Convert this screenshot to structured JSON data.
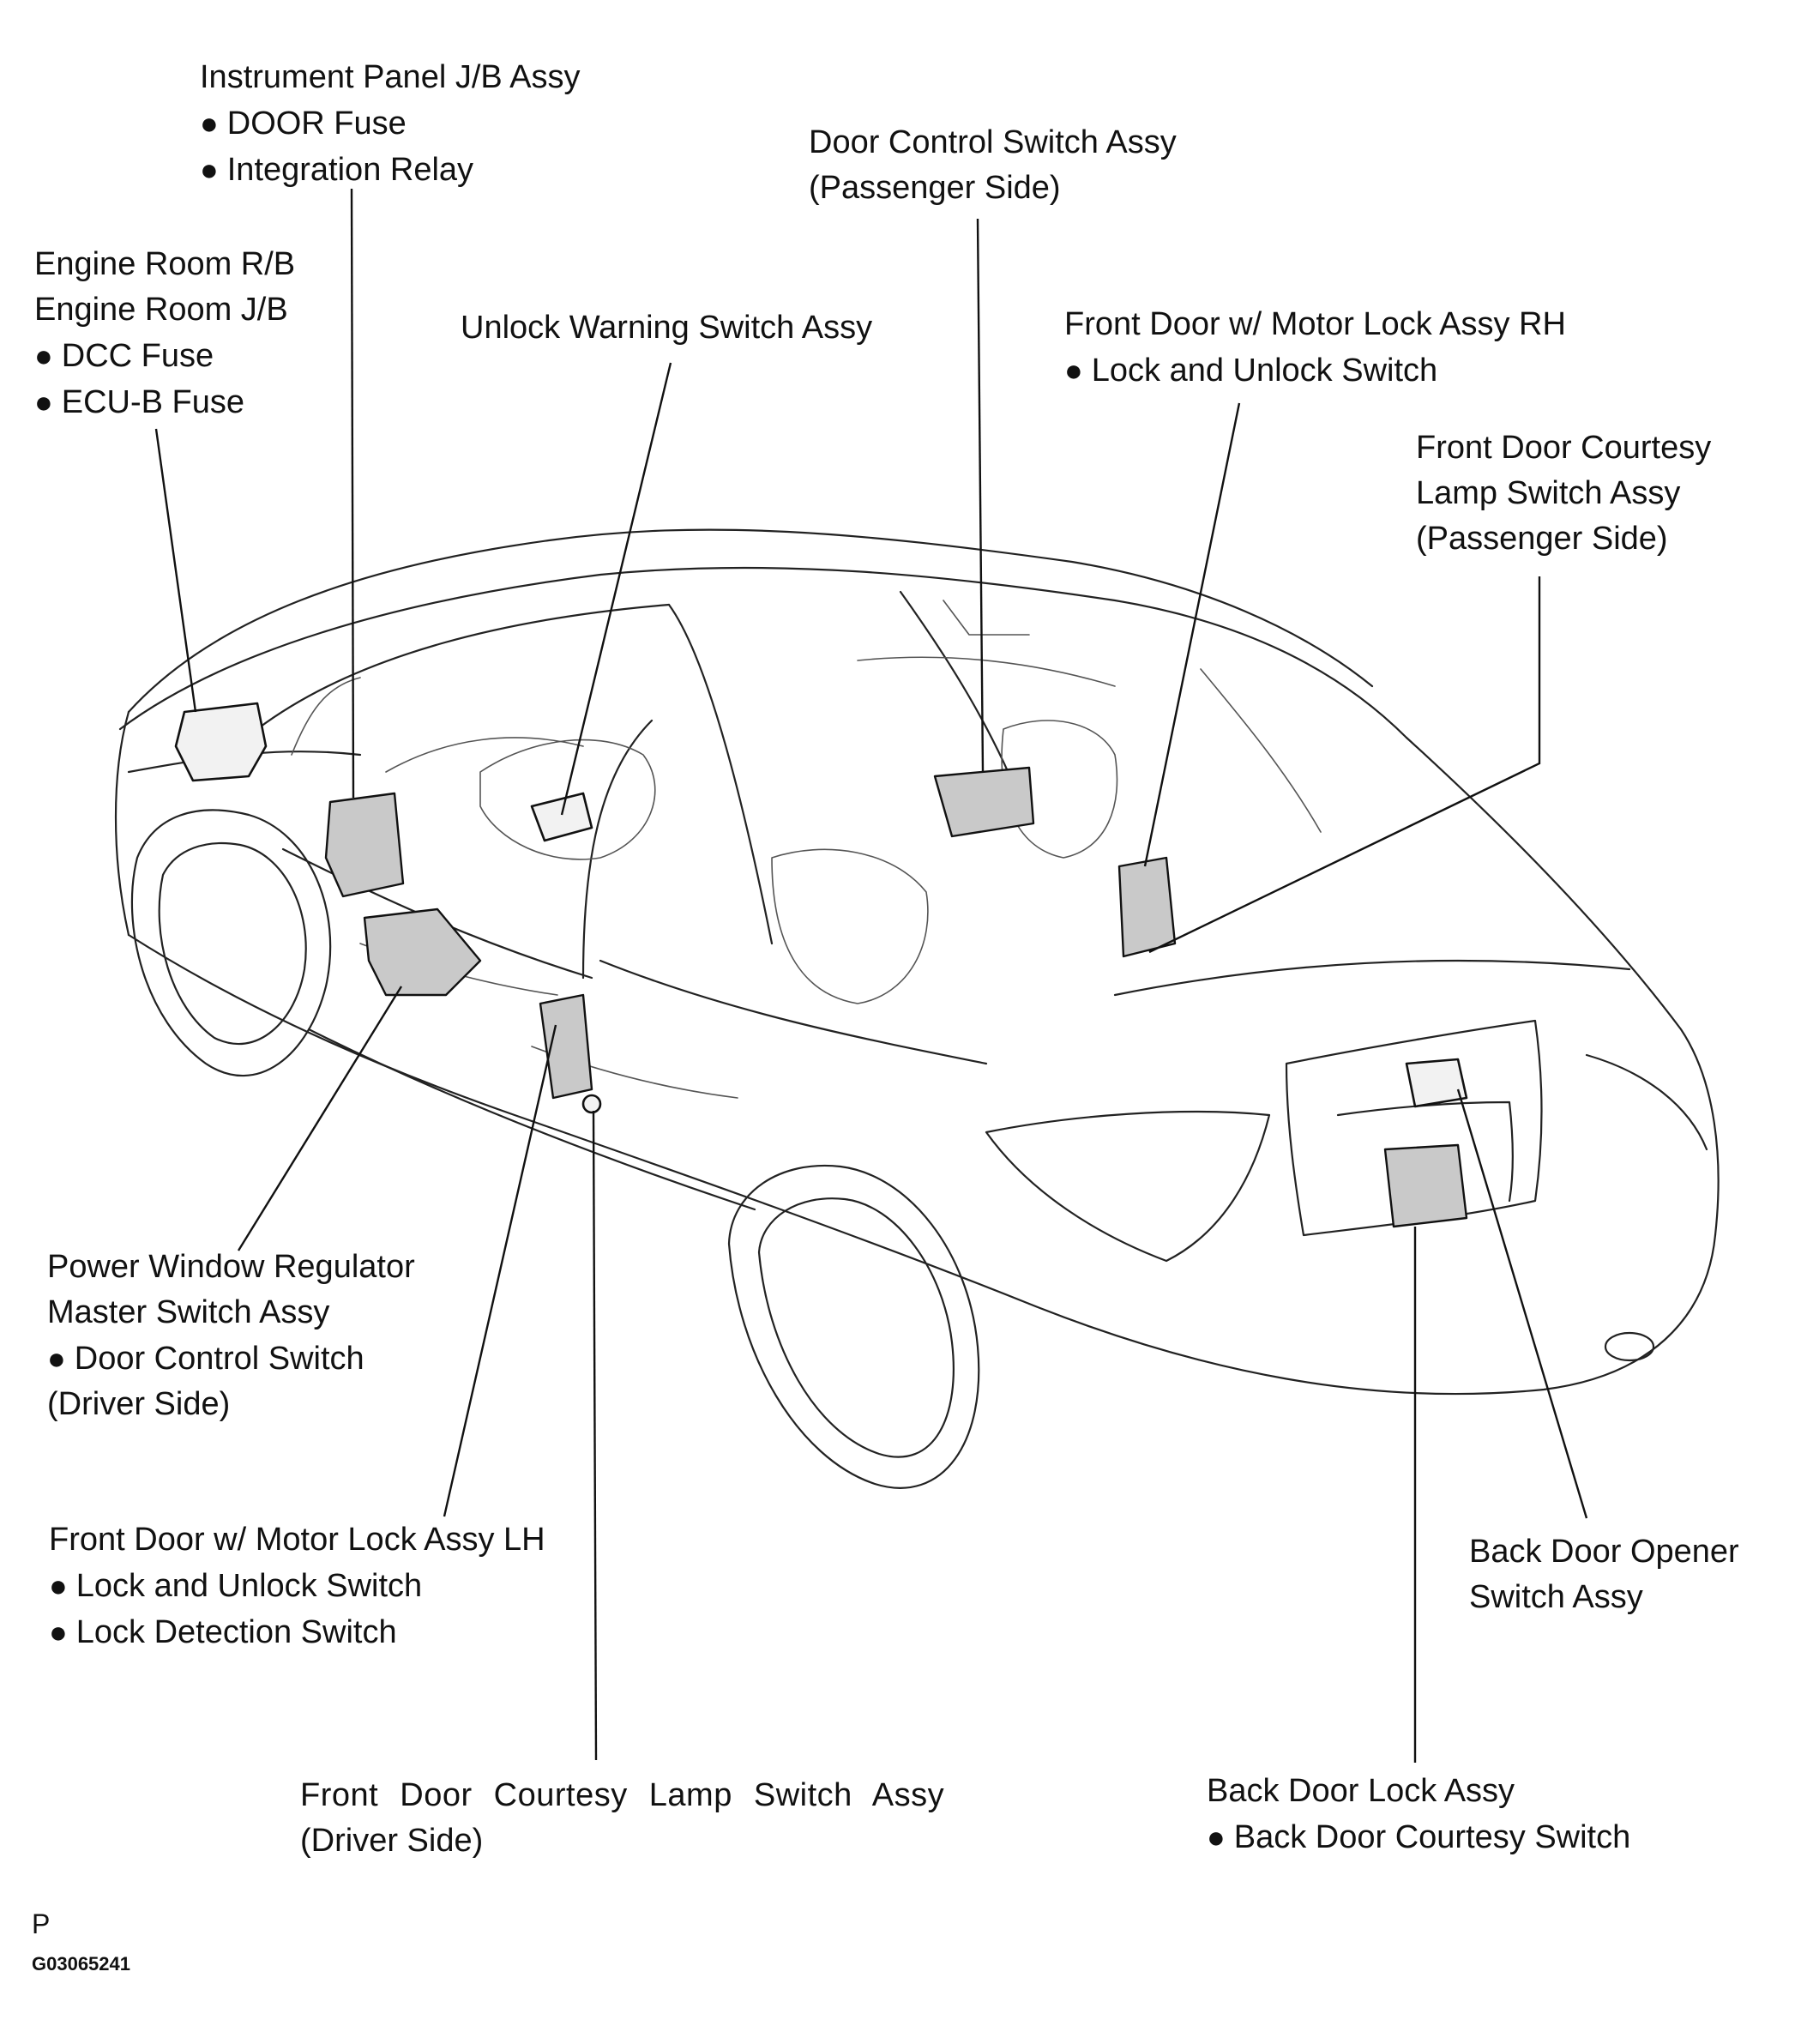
{
  "labels": {
    "instrument_panel": {
      "title": "Instrument Panel J/B Assy",
      "items": [
        "DOOR Fuse",
        "Integration Relay"
      ]
    },
    "engine_room": {
      "title": "Engine Room R/B",
      "title2": "Engine Room J/B",
      "items": [
        "DCC Fuse",
        "ECU-B Fuse"
      ]
    },
    "unlock_warning": {
      "title": "Unlock Warning Switch Assy"
    },
    "door_control_passenger": {
      "title": "Door Control Switch Assy",
      "subtitle": "(Passenger Side)"
    },
    "front_door_rh": {
      "title": "Front Door w/ Motor Lock Assy RH",
      "items": [
        "Lock and Unlock Switch"
      ]
    },
    "courtesy_passenger": {
      "line1": "Front Door Courtesy",
      "line2": "Lamp Switch Assy",
      "line3": "(Passenger Side)"
    },
    "power_window": {
      "line1": "Power Window Regulator",
      "line2": "Master Switch Assy",
      "items": [
        "Door Control Switch"
      ],
      "line3": "(Driver Side)"
    },
    "front_door_lh": {
      "title": "Front Door w/ Motor Lock Assy LH",
      "items": [
        "Lock and Unlock Switch",
        "Lock Detection Switch"
      ]
    },
    "courtesy_driver": {
      "line1": "Front Door Courtesy Lamp Switch Assy",
      "line2": "(Driver Side)"
    },
    "back_door_opener": {
      "line1": "Back Door Opener",
      "line2": "Switch Assy"
    },
    "back_door_lock": {
      "title": "Back Door Lock Assy",
      "items": [
        "Back Door Courtesy Switch"
      ]
    }
  },
  "footer": {
    "mark": "P",
    "code": "G03065241"
  }
}
